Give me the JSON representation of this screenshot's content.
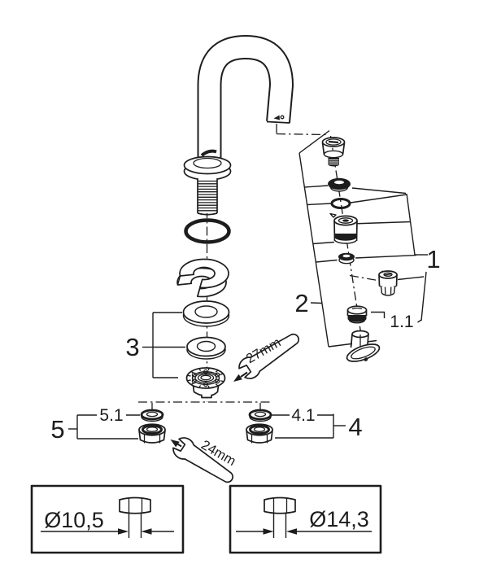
{
  "diagram": {
    "type": "exploded-parts-diagram",
    "part_labels": {
      "group_1": "1",
      "sub_1_1": "1.1",
      "group_2": "2",
      "group_3": "3",
      "group_4": "4",
      "sub_4_1": "4.1",
      "group_5": "5",
      "sub_5_1": "5.1"
    },
    "tools": {
      "wrench_upper": "27mm",
      "wrench_lower": "24mm"
    },
    "dimension_boxes": {
      "left": "Ø10,5",
      "right": "Ø14,3"
    },
    "colors": {
      "line": "#1d1d1d",
      "background": "#ffffff"
    }
  }
}
